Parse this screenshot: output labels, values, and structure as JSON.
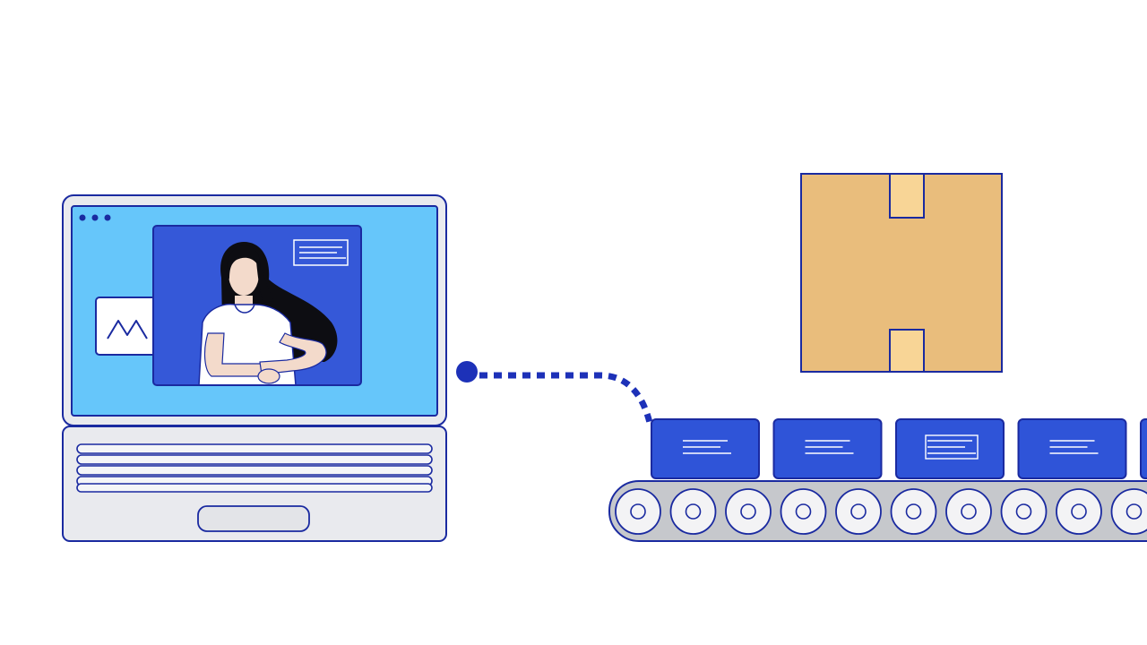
{
  "colors": {
    "outline": "#1a2aa0",
    "screen_bg": "#66c6fa",
    "video_bg": "#3558d8",
    "laptop_body": "#e9eaee",
    "keys_fill": "#f4f5f7",
    "box_fill": "#e9bd7c",
    "tape_fill": "#f8d596",
    "package_blue": "#2f54d8",
    "conveyor_belt": "#c6c8cc",
    "roller_fill": "#f3f3f5",
    "dotted_line": "#1d31b8",
    "skin": "#f3dacb",
    "hair": "#0d0d12",
    "shirt": "#ffffff",
    "white": "#ffffff"
  },
  "icons": {
    "window_dots": "three-dots-icon",
    "chart_card": "line-chart-icon",
    "text_lines": "text-lines-icon",
    "person": "woman-avatar-illustration",
    "box": "cardboard-box-icon",
    "package_label": "label-lines-icon",
    "roller": "roller-wheel-icon",
    "connector": "dotted-connector-icon"
  },
  "conveyor": {
    "package_count": 5,
    "roller_count": 10
  }
}
